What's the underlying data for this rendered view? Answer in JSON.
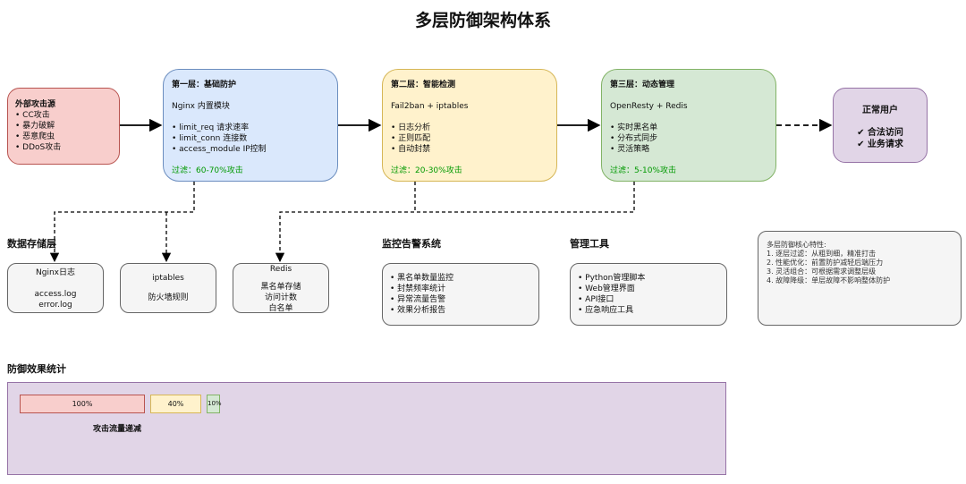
{
  "title": "多层防御架构体系",
  "attack": {
    "title": "外部攻击源",
    "items": [
      "• CC攻击",
      "• 暴力破解",
      "• 恶意爬虫",
      "• DDoS攻击"
    ]
  },
  "layer1": {
    "title": "第一层：基础防护",
    "subtitle": "Nginx 内置模块",
    "items": [
      "• limit_req 请求速率",
      "• limit_conn 连接数",
      "• access_module IP控制"
    ],
    "filter": "过滤：60-70%攻击"
  },
  "layer2": {
    "title": "第二层：智能检测",
    "subtitle": "Fail2ban + iptables",
    "items": [
      "• 日志分析",
      "• 正则匹配",
      "• 自动封禁"
    ],
    "filter": "过滤：20-30%攻击"
  },
  "layer3": {
    "title": "第三层：动态管理",
    "subtitle": "OpenResty + Redis",
    "items": [
      "• 实时黑名单",
      "• 分布式同步",
      "• 灵活策略"
    ],
    "filter": "过滤：5-10%攻击"
  },
  "user": {
    "title": "正常用户",
    "items": [
      "✔ 合法访问",
      "✔ 业务请求"
    ]
  },
  "storage": {
    "heading": "数据存储层",
    "nginx": {
      "title": "Nginx日志",
      "lines": [
        "access.log",
        "error.log"
      ]
    },
    "iptables": {
      "title": "iptables",
      "lines": [
        "防火墙规则"
      ]
    },
    "redis": {
      "title": "Redis",
      "lines": [
        "黑名单存储",
        "访问计数",
        "白名单"
      ]
    }
  },
  "monitor": {
    "heading": "监控告警系统",
    "items": [
      "• 黑名单数量监控",
      "• 封禁频率统计",
      "• 异常流量告警",
      "• 效果分析报告"
    ]
  },
  "tools": {
    "heading": "管理工具",
    "items": [
      "• Python管理脚本",
      "• Web管理界面",
      "• API接口",
      "• 应急响应工具"
    ]
  },
  "notes": {
    "title": "多层防御核心特性:",
    "items": [
      "1. 逐层过滤：从粗到细，精准打击",
      "2. 性能优化：前置防护减轻后端压力",
      "3. 灵活组合：可根据需求调整层级",
      "4. 故障降级：单层故障不影响整体防护"
    ]
  },
  "stats": {
    "heading": "防御效果统计",
    "bars": [
      {
        "label": "100%",
        "value": 100
      },
      {
        "label": "40%",
        "value": 40
      },
      {
        "label": "10%",
        "value": 10
      }
    ],
    "caption": "攻击流量递减"
  }
}
